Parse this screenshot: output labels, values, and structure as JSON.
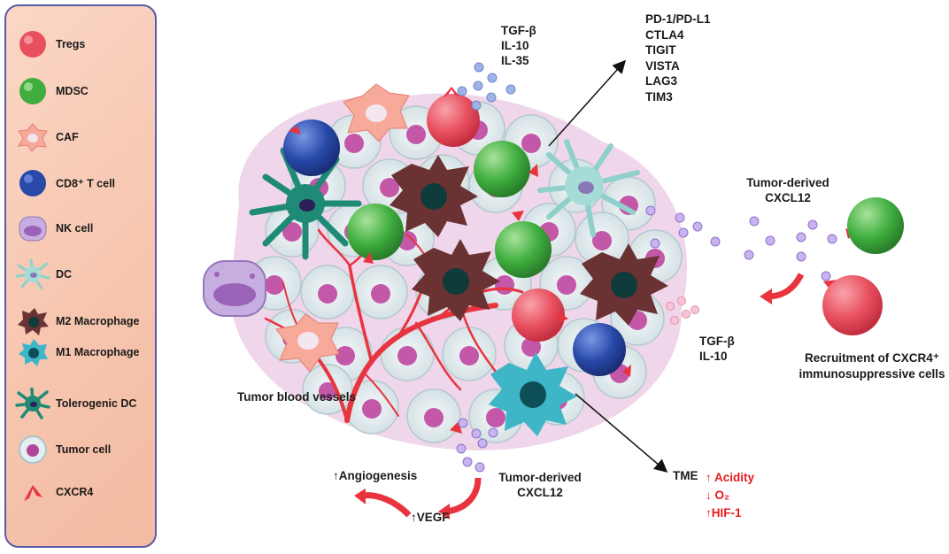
{
  "legend": {
    "items": [
      {
        "label": "Tregs",
        "icon": "treg-cell-icon"
      },
      {
        "label": "MDSC",
        "icon": "mdsc-cell-icon"
      },
      {
        "label": "CAF",
        "icon": "caf-cell-icon"
      },
      {
        "label": "CD8⁺ T cell",
        "icon": "cd8-t-cell-icon"
      },
      {
        "label": "NK cell",
        "icon": "nk-cell-icon"
      },
      {
        "label": "DC",
        "icon": "dc-cell-icon"
      },
      {
        "label": "M2 Macrophage",
        "icon": "m2-macrophage-icon"
      },
      {
        "label": "M1 Macrophage",
        "icon": "m1-macrophage-icon"
      },
      {
        "label": "Tolerogenic DC",
        "icon": "tolerogenic-dc-icon"
      },
      {
        "label": "Tumor cell",
        "icon": "tumor-cell-icon"
      },
      {
        "label": "CXCR4",
        "icon": "cxcr4-receptor-icon"
      }
    ]
  },
  "labels": {
    "cytokines_top": [
      "TGF-β",
      "IL-10",
      "IL-35"
    ],
    "checkpoints": [
      "PD-1/PD-L1",
      "CTLA4",
      "TIGIT",
      "VISTA",
      "LAG3",
      "TIM3"
    ],
    "tumor_derived_right": [
      "Tumor-derived",
      "CXCL12"
    ],
    "cytokines_right": [
      "TGF-β",
      "IL-10"
    ],
    "recruitment": [
      "Recruitment of CXCR4⁺",
      "immunosuppressive cells"
    ],
    "blood_vessels": "Tumor blood vessels",
    "angiogenesis": "↑Angiogenesis",
    "vegf": "↑VEGF",
    "tumor_derived_bottom": [
      "Tumor-derived",
      "CXCL12"
    ],
    "tme": "TME",
    "tme_effects": [
      "↑ Acidity",
      "↓ O₂",
      "↑HIF-1"
    ]
  },
  "colors": {
    "legend_border": "#5b5aa8",
    "legend_bg": "#f6c4ad",
    "treg": "#e8505f",
    "mdsc": "#3fae3f",
    "cd8": "#2849a8",
    "caf": "#f7a99a",
    "nk": "#b497cf",
    "dc": "#a6dcd8",
    "m2": "#6a3232",
    "m1": "#3fb6c7",
    "tolerogenic_dc": "#1f8a75",
    "tumor_nucleus": "#c357a8",
    "cxcr4": "#e8343f",
    "effect_text": "#e8191d"
  }
}
